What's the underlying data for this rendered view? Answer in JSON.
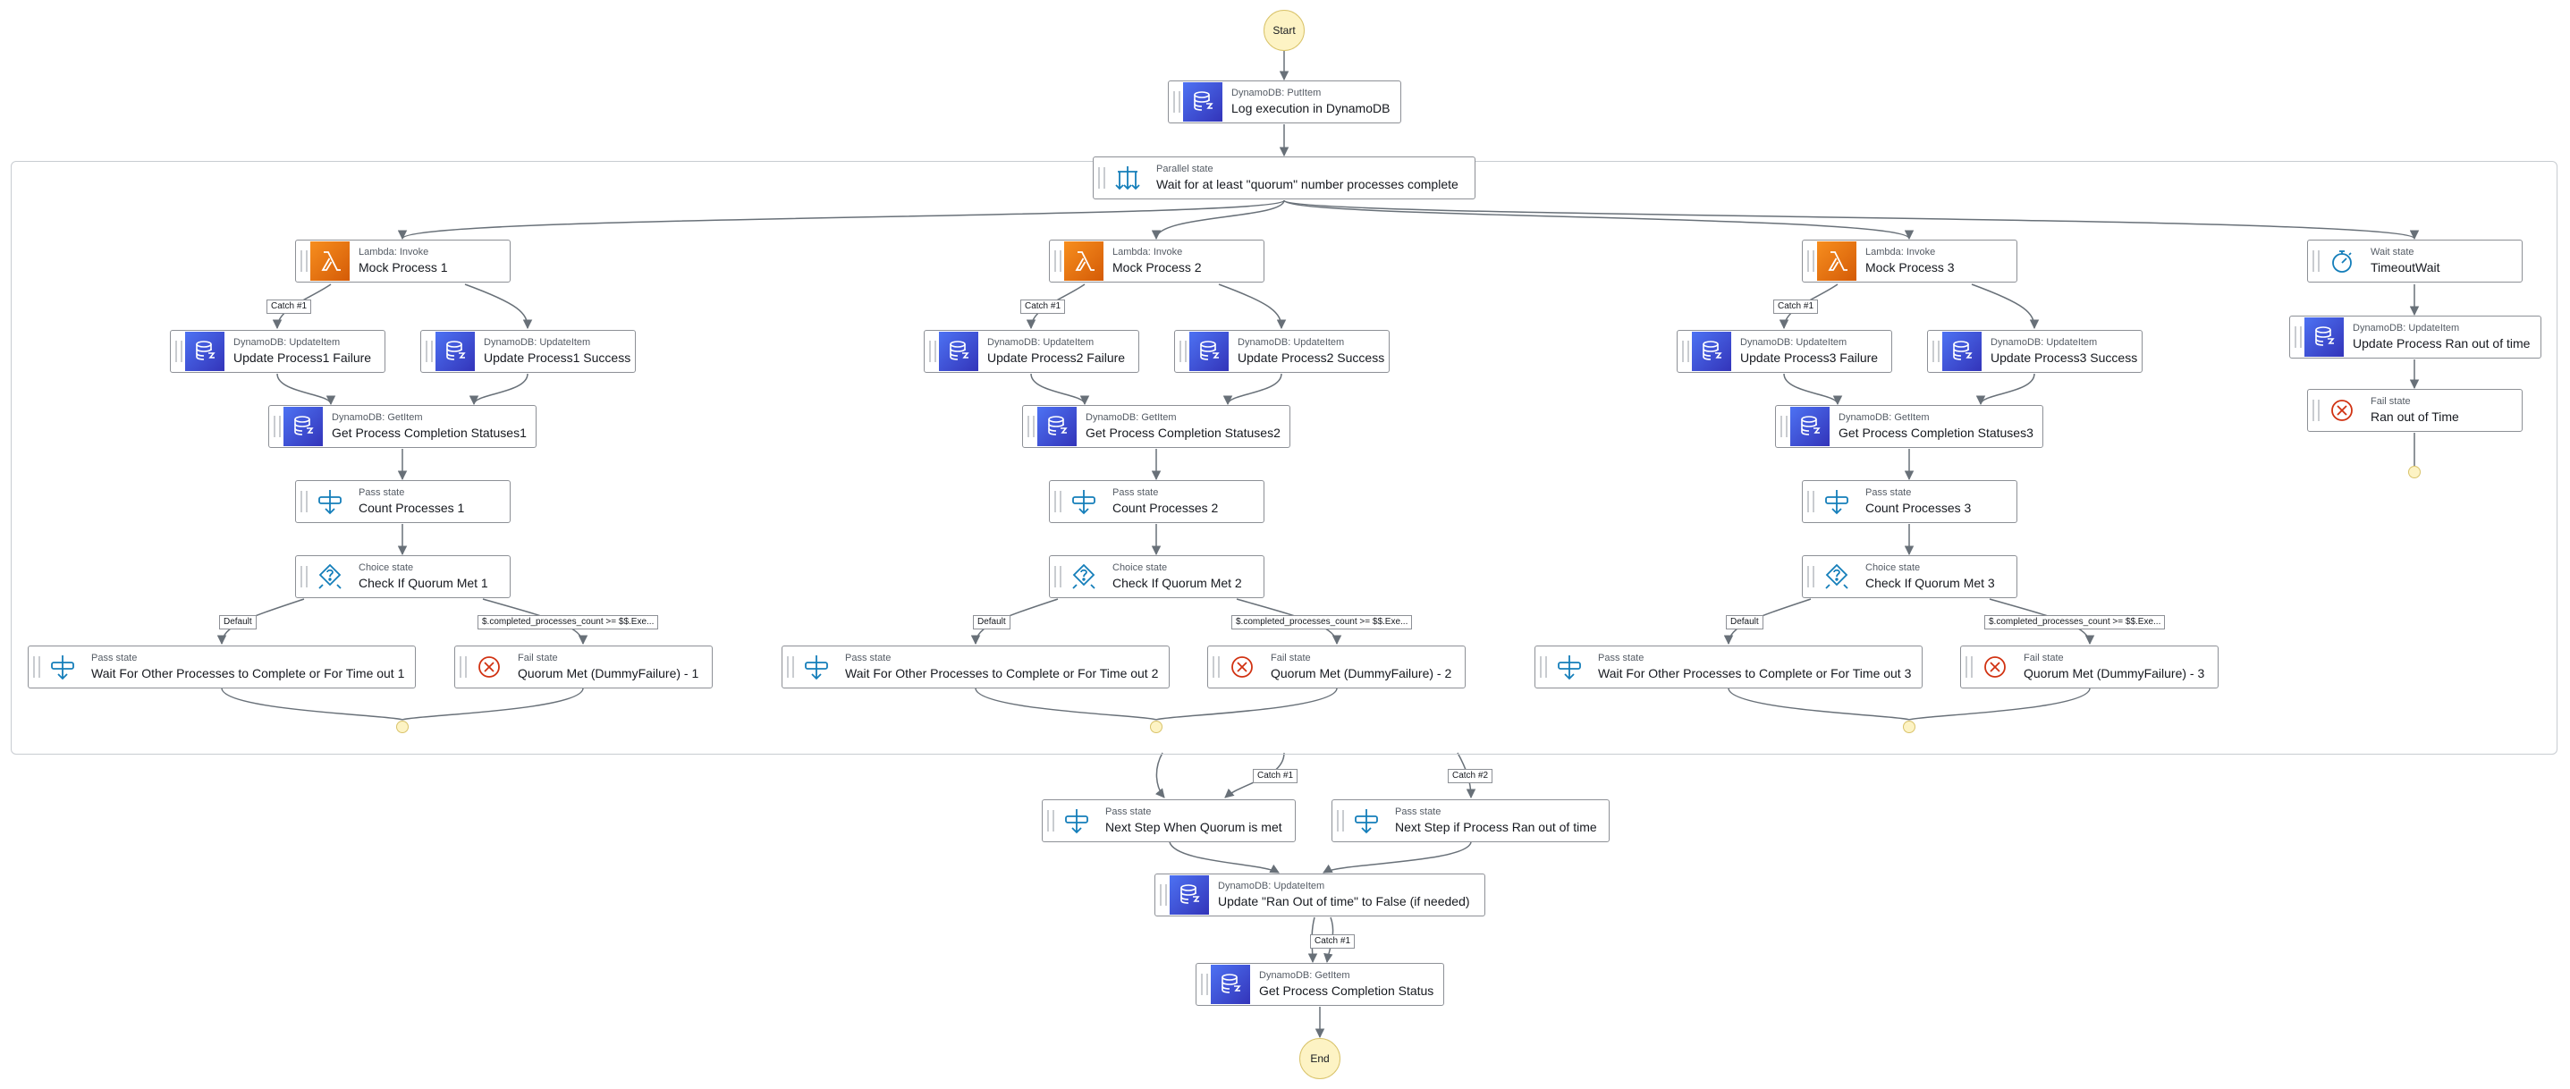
{
  "start_label": "Start",
  "end_label": "End",
  "nodes": {
    "log_execution": {
      "type": "DynamoDB: PutItem",
      "title": "Log execution in DynamoDB"
    },
    "parallel": {
      "type": "Parallel state",
      "title": "Wait for at least \"quorum\" number processes complete"
    },
    "mock1": {
      "type": "Lambda: Invoke",
      "title": "Mock Process 1"
    },
    "mock2": {
      "type": "Lambda: Invoke",
      "title": "Mock Process 2"
    },
    "mock3": {
      "type": "Lambda: Invoke",
      "title": "Mock Process 3"
    },
    "wait": {
      "type": "Wait state",
      "title": "TimeoutWait"
    },
    "fail1": {
      "type": "DynamoDB: UpdateItem",
      "title": "Update Process1 Failure"
    },
    "succ1": {
      "type": "DynamoDB: UpdateItem",
      "title": "Update Process1 Success"
    },
    "fail2": {
      "type": "DynamoDB: UpdateItem",
      "title": "Update Process2 Failure"
    },
    "succ2": {
      "type": "DynamoDB: UpdateItem",
      "title": "Update Process2 Success"
    },
    "fail3": {
      "type": "DynamoDB: UpdateItem",
      "title": "Update Process3 Failure"
    },
    "succ3": {
      "type": "DynamoDB: UpdateItem",
      "title": "Update Process3 Success"
    },
    "ranout": {
      "type": "DynamoDB: UpdateItem",
      "title": "Update Process Ran out of time"
    },
    "get1": {
      "type": "DynamoDB: GetItem",
      "title": "Get Process Completion Statuses1"
    },
    "get2": {
      "type": "DynamoDB: GetItem",
      "title": "Get Process Completion Statuses2"
    },
    "get3": {
      "type": "DynamoDB: GetItem",
      "title": "Get Process Completion Statuses3"
    },
    "failtime": {
      "type": "Fail state",
      "title": "Ran out of Time"
    },
    "count1": {
      "type": "Pass state",
      "title": "Count Processes 1"
    },
    "count2": {
      "type": "Pass state",
      "title": "Count Processes 2"
    },
    "count3": {
      "type": "Pass state",
      "title": "Count Processes 3"
    },
    "check1": {
      "type": "Choice state",
      "title": "Check If Quorum Met 1"
    },
    "check2": {
      "type": "Choice state",
      "title": "Check If Quorum Met 2"
    },
    "check3": {
      "type": "Choice state",
      "title": "Check If Quorum Met 3"
    },
    "waitother1": {
      "type": "Pass state",
      "title": "Wait For Other Processes to Complete or For Time out 1"
    },
    "quorum1": {
      "type": "Fail state",
      "title": "Quorum Met (DummyFailure) - 1"
    },
    "waitother2": {
      "type": "Pass state",
      "title": "Wait For Other Processes to Complete or For Time out 2"
    },
    "quorum2": {
      "type": "Fail state",
      "title": "Quorum Met (DummyFailure) - 2"
    },
    "waitother3": {
      "type": "Pass state",
      "title": "Wait For Other Processes to Complete or For Time out 3"
    },
    "quorum3": {
      "type": "Fail state",
      "title": "Quorum Met (DummyFailure) - 3"
    },
    "nextquorum": {
      "type": "Pass state",
      "title": "Next Step When Quorum is met"
    },
    "nextranout": {
      "type": "Pass state",
      "title": "Next Step if Process Ran out of time"
    },
    "updfalse": {
      "type": "DynamoDB: UpdateItem",
      "title": "Update \"Ran Out of time\" to False (if needed)"
    },
    "getfinal": {
      "type": "DynamoDB: GetItem",
      "title": "Get Process Completion Status"
    }
  },
  "edge_labels": {
    "catch1": "Catch #1",
    "catch2": "Catch #2",
    "default": "Default",
    "condition": "$.completed_processes_count >= $$.Exe..."
  },
  "colors": {
    "dynamodb": "#3b48cc",
    "lambda": "#e7700d",
    "pass_choice_wait": "#147eba",
    "fail": "#d13212",
    "terminal_fill": "#fdf3c4"
  }
}
